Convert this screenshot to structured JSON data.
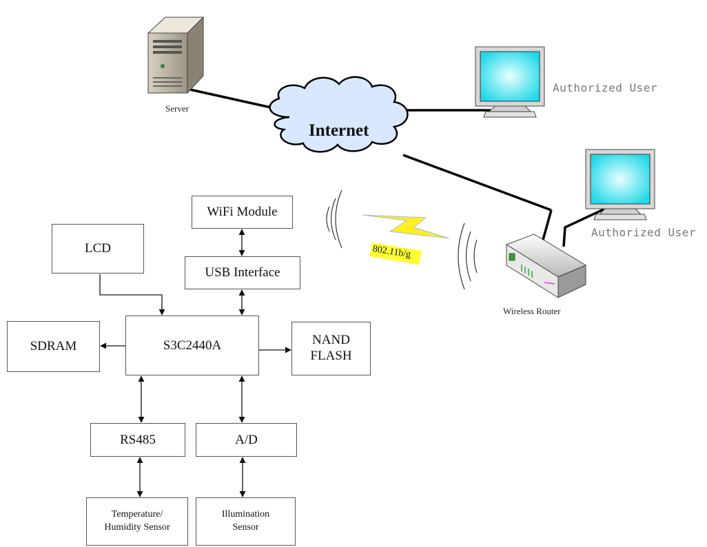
{
  "network": {
    "server_label": "Server",
    "internet_label": "Internet",
    "user1_label": "Authorized User",
    "user2_label": "Authorized User",
    "router_label": "Wireless Router",
    "wifi_protocol_label": "802.11b/g"
  },
  "blocks": {
    "wifi_module": "WiFi Module",
    "usb_interface": "USB Interface",
    "lcd": "LCD",
    "sdram": "SDRAM",
    "cpu": "S3C2440A",
    "nand_flash": "NAND\nFLASH",
    "rs485": "RS485",
    "ad": "A/D",
    "temp_sensor": "Temperature/\nHumidity Sensor",
    "illum_sensor": "Illumination\nSensor"
  },
  "colors": {
    "monitor_screen": "#33e0ee",
    "label_highlight": "#ffff33",
    "lightning": "#ffee22"
  }
}
